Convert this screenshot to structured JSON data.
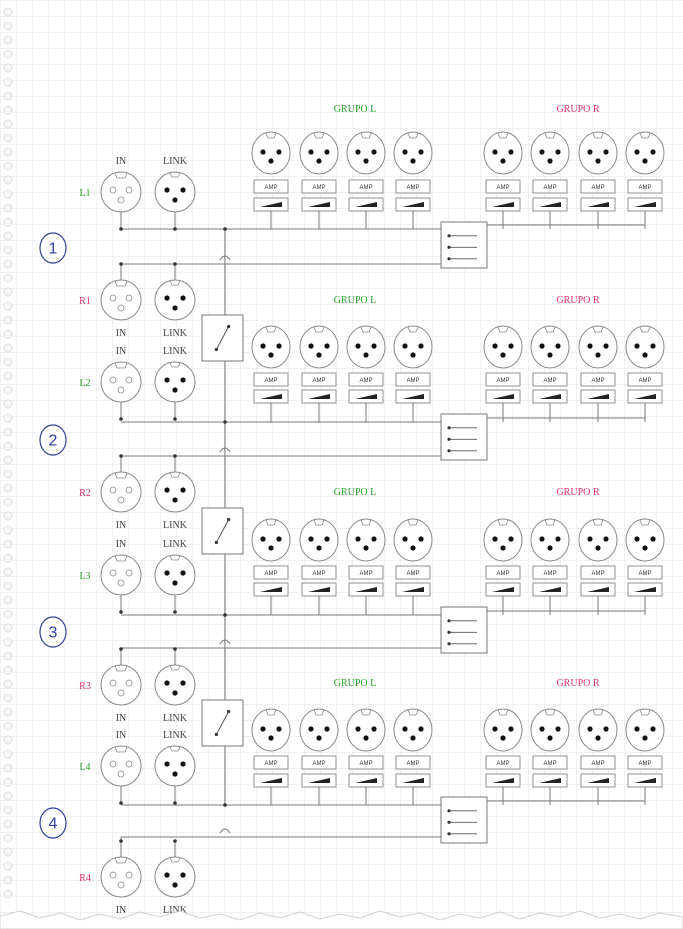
{
  "labels": {
    "in": "IN",
    "link": "LINK",
    "grupo_l": "GRUPO L",
    "grupo_r": "GRUPO R",
    "amp": "AMP"
  },
  "channels": {
    "left": [
      "L1",
      "L2",
      "L3",
      "L4"
    ],
    "right": [
      "R1",
      "R2",
      "R3",
      "R4"
    ]
  },
  "section_numbers": [
    "1",
    "2",
    "3",
    "4"
  ],
  "colors": {
    "left": "#2aa02a",
    "right": "#e0306a",
    "numbers": "#2a3fa0",
    "grid": "#dfe4ea",
    "lines": "#7a7a7a"
  }
}
